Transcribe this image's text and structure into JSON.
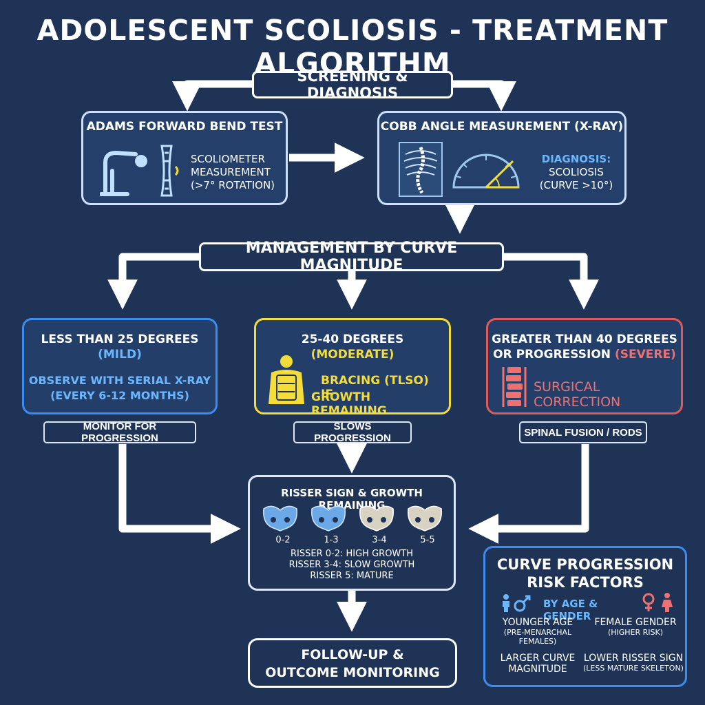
{
  "title": "ADOLESCENT SCOLIOSIS - TREATMENT ALGORITHM",
  "screening": "SCREENING & DIAGNOSIS",
  "adams": {
    "heading": "ADAMS FORWARD BEND TEST",
    "line1": "SCOLIOMETER",
    "line2": "MEASUREMENT",
    "line3": "(>7° ROTATION)"
  },
  "cobb": {
    "heading": "COBB ANGLE MEASUREMENT (X-RAY)",
    "line1": "DIAGNOSIS:",
    "line2": "SCOLIOSIS",
    "line3": "(CURVE >10°)"
  },
  "management": "MANAGEMENT BY CURVE MAGNITUDE",
  "mild": {
    "heading": "LESS THAN 25 DEGREES",
    "severity": "(MILD)",
    "line1": "OBSERVE WITH SERIAL X-RAY",
    "line2": "(EVERY 6-12 MONTHS)",
    "tag": "MONITOR FOR PROGRESSION"
  },
  "moderate": {
    "heading": "25-40 DEGREES",
    "severity": "(MODERATE)",
    "line1": "BRACING (TLSO) IF",
    "line2": "GROWTH REMAINING",
    "tag": "SLOWS PROGRESSION"
  },
  "severe": {
    "heading1": "GREATER THAN 40 DEGREES",
    "heading2": "OR PROGRESSION",
    "severity": "(SEVERE)",
    "line1": "SURGICAL CORRECTION",
    "tag": "SPINAL FUSION / RODS"
  },
  "risser": {
    "heading": "RISSER SIGN & GROWTH REMAINING",
    "stages": [
      "0-2",
      "1-3",
      "3-4",
      "5-5"
    ],
    "line1": "RISSER 0-2: HIGH GROWTH",
    "line2": "RISSER 3-4: SLOW GROWTH",
    "line3": "RISSER 5: MATURE"
  },
  "followup": {
    "line1": "FOLLOW-UP &",
    "line2": "OUTCOME MONITORING"
  },
  "risk": {
    "heading1": "CURVE PROGRESSION",
    "heading2": "RISK FACTORS",
    "byline": "BY AGE & GENDER",
    "f1_title": "YOUNGER AGE",
    "f1_sub1": "(PRE-MENARCHAL",
    "f1_sub2": "FEMALES)",
    "f2_title": "FEMALE GENDER",
    "f2_sub": "(HIGHER RISK)",
    "f3_title1": "LARGER CURVE",
    "f3_title2": "MAGNITUDE",
    "f4_title": "LOWER RISSER SIGN",
    "f4_sub": "(LESS MATURE SKELETON)"
  },
  "colors": {
    "background": "#1e3355",
    "mild": "#3d8cf0",
    "moderate": "#f4dc3b",
    "severe": "#e05a5a",
    "risk": "#3d8cf0"
  }
}
